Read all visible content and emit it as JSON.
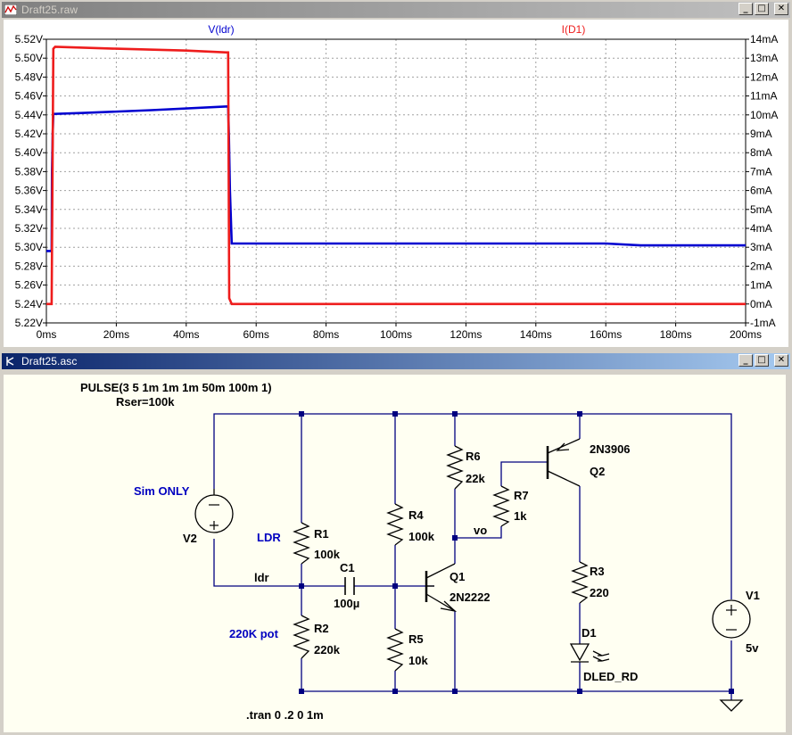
{
  "plot_window": {
    "title": "Draft25.raw",
    "trace_labels": {
      "voltage": "V(ldr)",
      "current": "I(D1)"
    },
    "colors": {
      "voltage": "#0000d0",
      "current": "#ee1c1c",
      "background": "#ffffff",
      "grid": "#a0a0a0"
    }
  },
  "schematic_window": {
    "title": "Draft25.asc",
    "directive_pulse": "PULSE(3 5 1m 1m 1m 50m 100m 1)",
    "directive_rser": "Rser=100k",
    "directive_tran": ".tran 0 .2 0 1m",
    "components": {
      "v2": {
        "name": "V2",
        "comment": "Sim ONLY"
      },
      "r1": {
        "name": "R1",
        "value": "100k",
        "comment": "LDR"
      },
      "r2": {
        "name": "R2",
        "value": "220k",
        "comment": "220K pot"
      },
      "c1": {
        "name": "C1",
        "value": "100µ"
      },
      "r4": {
        "name": "R4",
        "value": "100k"
      },
      "r5": {
        "name": "R5",
        "value": "10k"
      },
      "r6": {
        "name": "R6",
        "value": "22k"
      },
      "r7": {
        "name": "R7",
        "value": "1k"
      },
      "q1": {
        "name": "Q1",
        "model": "2N2222"
      },
      "q2": {
        "name": "Q2",
        "model": "2N3906"
      },
      "r3": {
        "name": "R3",
        "value": "220"
      },
      "d1": {
        "name": "D1",
        "model": "DLED_RD"
      },
      "v1": {
        "name": "V1",
        "value": "5v"
      }
    },
    "net_labels": {
      "ldr": "ldr",
      "vo": "vo"
    }
  },
  "window_buttons": {
    "minimize": "_",
    "restore": "□",
    "close": "✕"
  },
  "chart_data": {
    "type": "line",
    "x_ticks": [
      "0ms",
      "20ms",
      "40ms",
      "60ms",
      "80ms",
      "100ms",
      "120ms",
      "140ms",
      "160ms",
      "180ms",
      "200ms"
    ],
    "xlim": [
      0,
      200
    ],
    "left_ticks": [
      "5.52V",
      "5.50V",
      "5.48V",
      "5.46V",
      "5.44V",
      "5.42V",
      "5.40V",
      "5.38V",
      "5.36V",
      "5.34V",
      "5.32V",
      "5.30V",
      "5.28V",
      "5.26V",
      "5.24V",
      "5.22V"
    ],
    "left_ylim": [
      5.22,
      5.52
    ],
    "right_ticks": [
      "14mA",
      "13mA",
      "12mA",
      "11mA",
      "10mA",
      "9mA",
      "8mA",
      "7mA",
      "6mA",
      "5mA",
      "4mA",
      "3mA",
      "2mA",
      "1mA",
      "0mA",
      "-1mA"
    ],
    "right_ylim": [
      -1,
      14
    ],
    "grid": true,
    "series": [
      {
        "name": "V(ldr)",
        "axis": "left",
        "x": [
          0,
          1.5,
          1.6,
          1.8,
          2.0,
          10,
          30,
          52,
          52.2,
          52.5,
          53,
          80,
          160,
          170,
          200
        ],
        "y": [
          5.296,
          5.296,
          5.38,
          5.42,
          5.441,
          5.442,
          5.445,
          5.449,
          5.42,
          5.36,
          5.304,
          5.304,
          5.304,
          5.302,
          5.302
        ]
      },
      {
        "name": "I(D1)",
        "axis": "right",
        "x": [
          0,
          1.5,
          2.0,
          2.5,
          20,
          40,
          52,
          52.3,
          53,
          200
        ],
        "y": [
          0,
          0,
          13.5,
          13.6,
          13.5,
          13.4,
          13.3,
          0.3,
          0,
          0
        ]
      }
    ]
  }
}
